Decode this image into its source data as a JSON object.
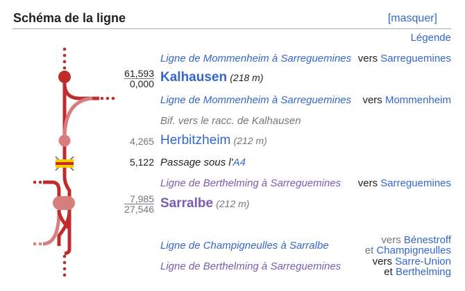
{
  "header": {
    "title": "Schéma de la ligne",
    "toggle": "[masquer]",
    "legend": "Légende"
  },
  "rows": {
    "r1": {
      "line": "Ligne de Mommenheim à Sarreguemines",
      "vers": "vers",
      "dest": "Sarreguemines"
    },
    "r2": {
      "km_top": "61,593",
      "km_bottom": "0,000",
      "station": "Kalhausen",
      "elevation": "(218 m)"
    },
    "r3": {
      "line": "Ligne de Mommenheim à Sarreguemines",
      "vers": "vers",
      "dest": "Mommenheim"
    },
    "r4": {
      "text": "Bif. vers le racc. de Kalhausen"
    },
    "r5": {
      "km": "4,265",
      "station": "Herbitzheim",
      "elevation": "(212 m)"
    },
    "r6": {
      "km": "5,122",
      "text": "Passage sous l'",
      "link": "A4"
    },
    "r7": {
      "line": "Ligne de Berthelming à Sarreguemines",
      "vers": "vers",
      "dest": "Sarreguemines"
    },
    "r8": {
      "km_top": "7,985",
      "km_bottom": "27,546",
      "station": "Sarralbe",
      "elevation": "(212 m)"
    },
    "r9": {
      "line": "Ligne de Champigneulles à Sarralbe"
    },
    "r10": {
      "line": "Ligne de Berthelming à Sarreguemines"
    },
    "dir_block": {
      "l1_vers": "vers",
      "l1_dest": "Bénestroff",
      "l2_et": "et",
      "l2_dest": "Champigneulles",
      "l3_vers": "vers",
      "l3_dest": "Sarre-Union",
      "l4_et": "et",
      "l4_dest": "Berthelming"
    }
  },
  "colors": {
    "track": "#be2d2c",
    "track_unused": "#d77f7e",
    "link": "#3366cc",
    "visited": "#795cb2",
    "highway": "#ffcc00"
  }
}
